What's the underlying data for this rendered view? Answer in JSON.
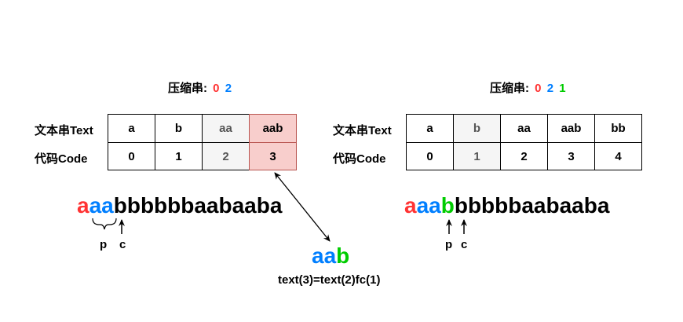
{
  "left": {
    "compressed_label": "压缩串:",
    "compressed_codes": [
      {
        "text": "0",
        "color": "#ff3333"
      },
      {
        "text": "2",
        "color": "#007fff"
      }
    ],
    "row_labels": {
      "text": "文本串Text",
      "code": "代码Code"
    },
    "text_cells": [
      "a",
      "b",
      "aa",
      "aab"
    ],
    "code_cells": [
      "0",
      "1",
      "2",
      "3"
    ],
    "input_string": [
      {
        "text": "a",
        "color": "#ff3333"
      },
      {
        "text": "aa",
        "color": "#007fff"
      },
      {
        "text": "bbbbbbaabaaba",
        "color": "#000000"
      }
    ],
    "pointer_p": "p",
    "pointer_c": "c"
  },
  "right": {
    "compressed_label": "压缩串:",
    "compressed_codes": [
      {
        "text": "0",
        "color": "#ff3333"
      },
      {
        "text": "2",
        "color": "#007fff"
      },
      {
        "text": "1",
        "color": "#00cc00"
      }
    ],
    "row_labels": {
      "text": "文本串Text",
      "code": "代码Code"
    },
    "text_cells": [
      "a",
      "b",
      "aa",
      "aab",
      "bb"
    ],
    "code_cells": [
      "0",
      "1",
      "2",
      "3",
      "4"
    ],
    "input_string": [
      {
        "text": "a",
        "color": "#ff3333"
      },
      {
        "text": "aa",
        "color": "#007fff"
      },
      {
        "text": "b",
        "color": "#00cc00"
      },
      {
        "text": "bbbbbaabaaba",
        "color": "#000000"
      }
    ],
    "pointer_p": "p",
    "pointer_c": "c"
  },
  "callout": {
    "word": [
      {
        "text": "aa",
        "color": "#007fff"
      },
      {
        "text": "b",
        "color": "#00cc00"
      }
    ],
    "formula": "text(3)=text(2)fc(1)"
  },
  "colors": {
    "red": "#ff3333",
    "blue": "#007fff",
    "green": "#00cc00",
    "highlight_fill": "#f8cecc",
    "highlight_border": "#b85450",
    "gray_fill": "#f5f5f5"
  }
}
